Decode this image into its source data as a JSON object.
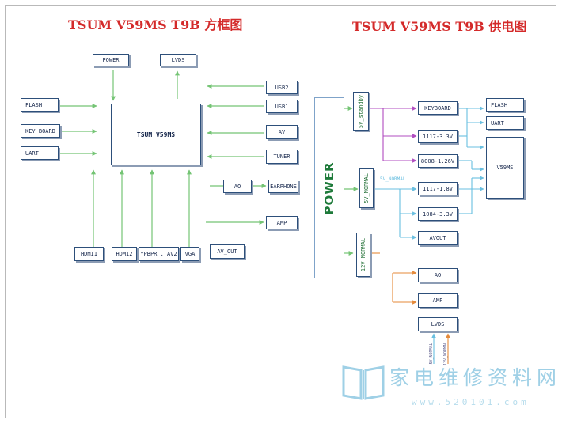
{
  "titles": {
    "left": "TSUM V59MS T9B 方框图",
    "right": "TSUM V59MS T9B 供电图"
  },
  "block_diagram": {
    "main": "TSUM V59MS",
    "power": "POWER",
    "lvds": "LVDS",
    "flash": "FLASH",
    "keyboard": "KEY BOARD",
    "uart": "UART",
    "usb2": "USB2",
    "usb1": "USB1",
    "av": "AV",
    "tuner": "TUNER",
    "ao": "AO",
    "earphone": "EARPHONE",
    "amp": "AMP",
    "hdmi1": "HDMI1",
    "hdmi2": "HDMI2",
    "ypbpr": "YPBPR . AV2",
    "vga": "VGA",
    "av_out": "AV_OUT"
  },
  "power_diagram": {
    "power": "POWER",
    "rail_standby": "5V_standby",
    "rail_5v_normal": "5V_NORMAL",
    "rail_5v_normal_label": "5V_NORMAL",
    "rail_12v_normal": "12V_NORMAL",
    "keyboard": "KEYBOARD",
    "reg_1117_33": "1117-3.3V",
    "reg_8008": "8008-1.26V",
    "reg_1117_18": "1117-1.8V",
    "reg_1084": "1084-3.3V",
    "avout": "AVOUT",
    "flash": "FLASH",
    "uart": "UART",
    "v59ms": "V59MS",
    "ao": "AO",
    "amp": "AMP",
    "lvds": "LVDS",
    "bottom_label_1": "5V_NORMAL",
    "bottom_label_2": "12V_NORMAL"
  },
  "colors": {
    "title": "#d42a2a",
    "signal_arrow": "#74c474",
    "standby_rail": "#b04cc0",
    "normal_rail": "#69bfe0",
    "rail_12v": "#e58a3a",
    "box_border": "#2d4f7a"
  },
  "watermark": {
    "text": "家电维修资料网",
    "url": "www.520101.com"
  }
}
